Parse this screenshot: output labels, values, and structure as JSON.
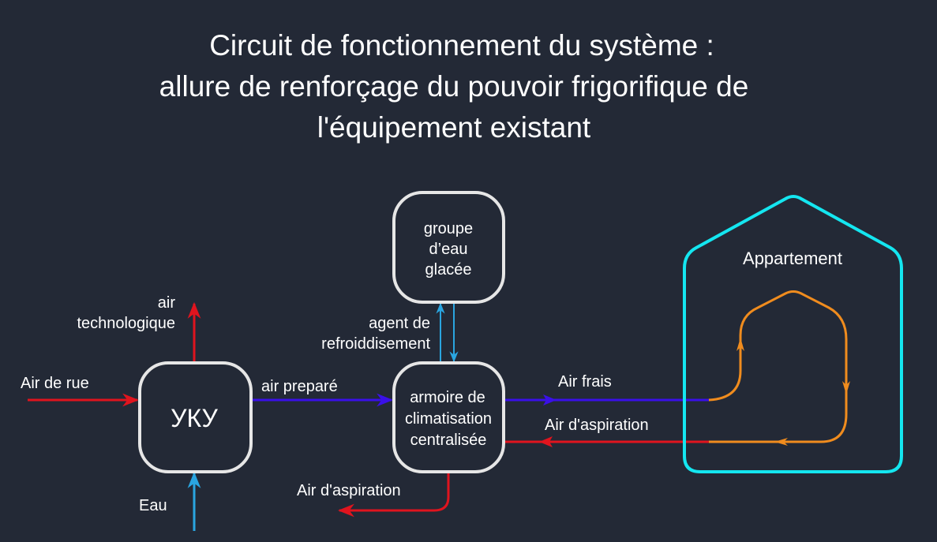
{
  "title": {
    "line1": "Circuit de fonctionnement du système :",
    "line2": "allure de renforçage du pouvoir frigorifique de",
    "line3": "l'équipement existant"
  },
  "nodes": {
    "uky": "УКУ",
    "chiller": [
      "groupe",
      "d’eau",
      "glacée"
    ],
    "ahu": [
      "armoire de",
      "climatisation",
      "centralisée"
    ],
    "apartment": "Appartement"
  },
  "labels": {
    "street_air": "Air de rue",
    "tech_air": [
      "air",
      "technologique"
    ],
    "water": "Eau",
    "prepared_air": "air preparé",
    "coolant": [
      "agent de",
      "refroiddisement"
    ],
    "exhaust_air_bottom": "Air d'aspiration",
    "fresh_air": "Air frais",
    "exhaust_air_return": "Air d'aspiration"
  },
  "colors": {
    "background": "#232936",
    "box": "#e6e6e6",
    "red": "#e0141e",
    "blue": "#2aa5e0",
    "purple": "#3a10e8",
    "cyan": "#14e6f0",
    "orange": "#f08c1e"
  }
}
